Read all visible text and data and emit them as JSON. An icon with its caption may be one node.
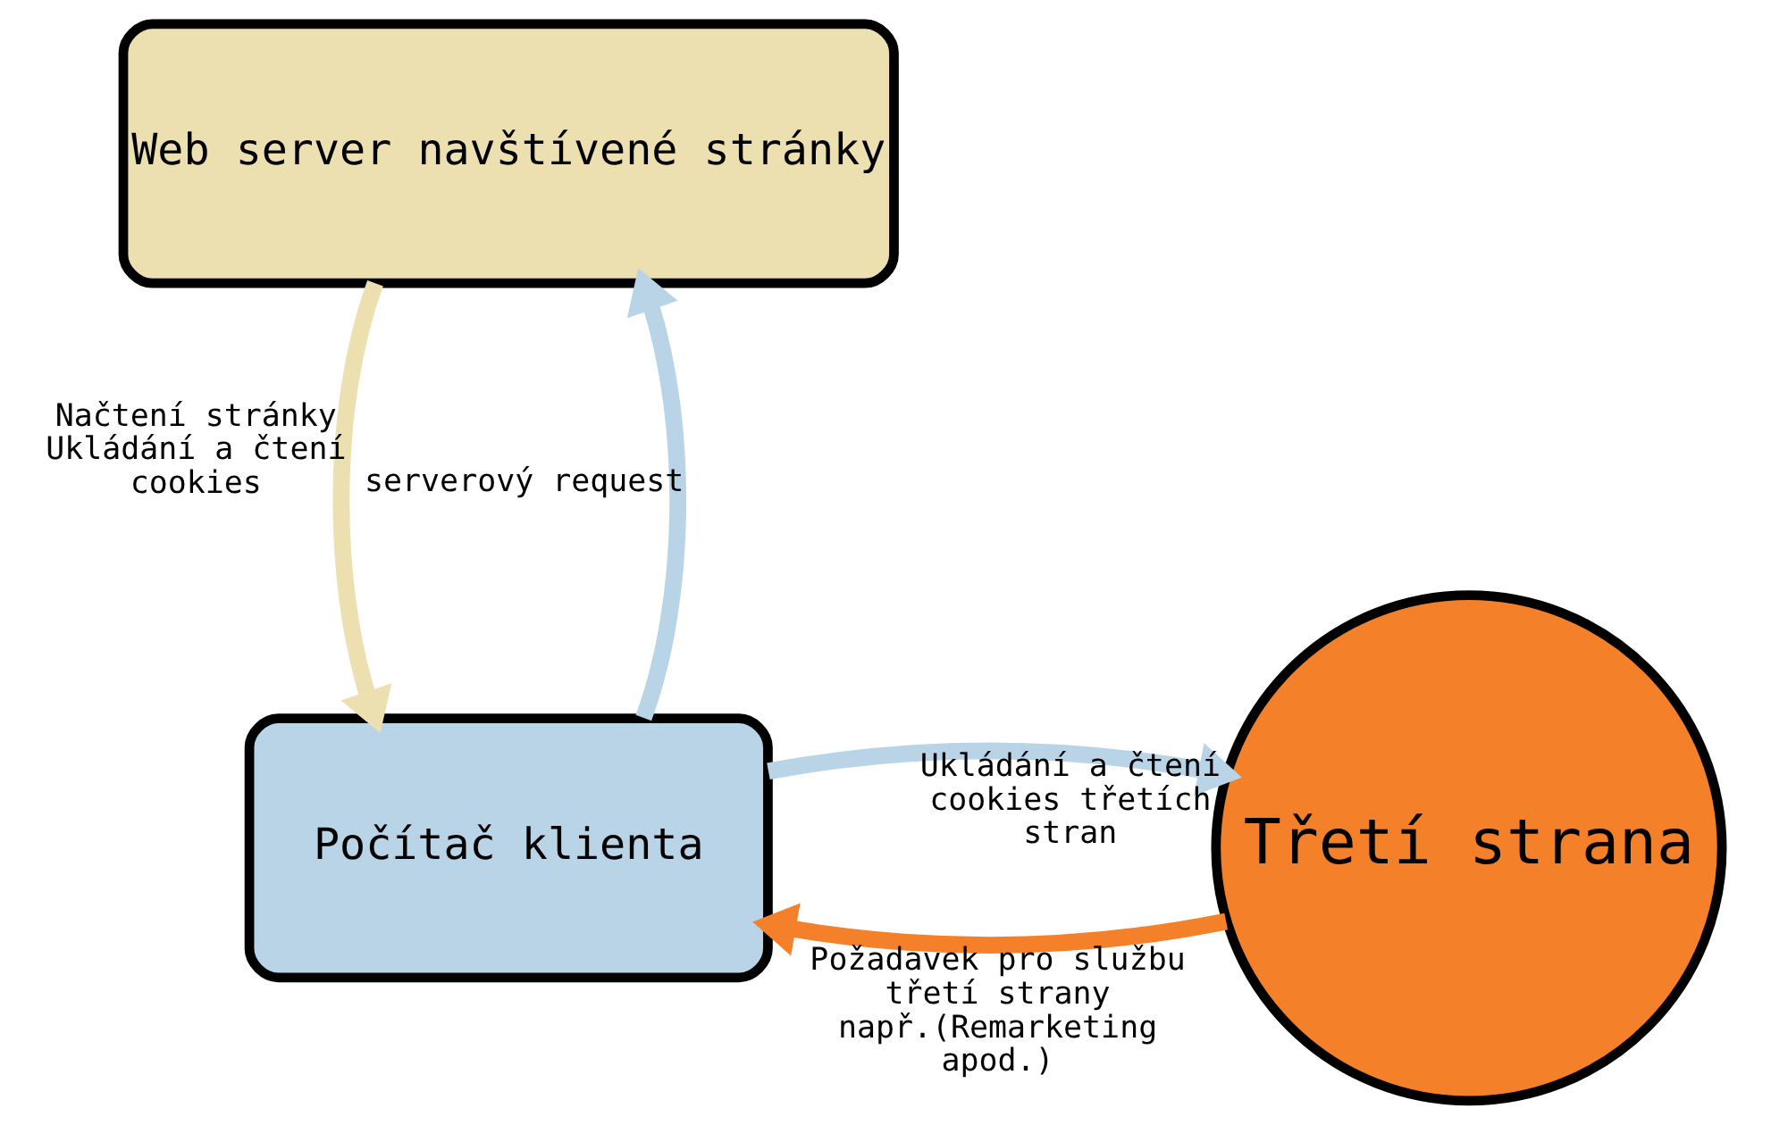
{
  "diagram": {
    "nodes": [
      {
        "text": [
          "Web server navštívené stránky"
        ]
      },
      {
        "text": [
          "Počítač klienta"
        ]
      },
      {
        "text": [
          "Třetí strana"
        ]
      }
    ],
    "edges": [
      {
        "from": 1,
        "to": 0,
        "arrow": "to",
        "label": "serverový request"
      },
      {
        "from": 0,
        "to": 1,
        "arrow": "to",
        "color": "#ede0b0",
        "label": "Načtení stránky Ukládání a čtení cookies"
      },
      {
        "from": 2,
        "to": 1,
        "arrow": "to",
        "color": "#f5802a",
        "label": "Požadavek pro službu třetí strany např.(Remarketing apod.)"
      },
      {
        "from": 1,
        "to": 2,
        "arrow": "to",
        "label": "Ukládání a čtení cookies třetích stran"
      }
    ]
  }
}
